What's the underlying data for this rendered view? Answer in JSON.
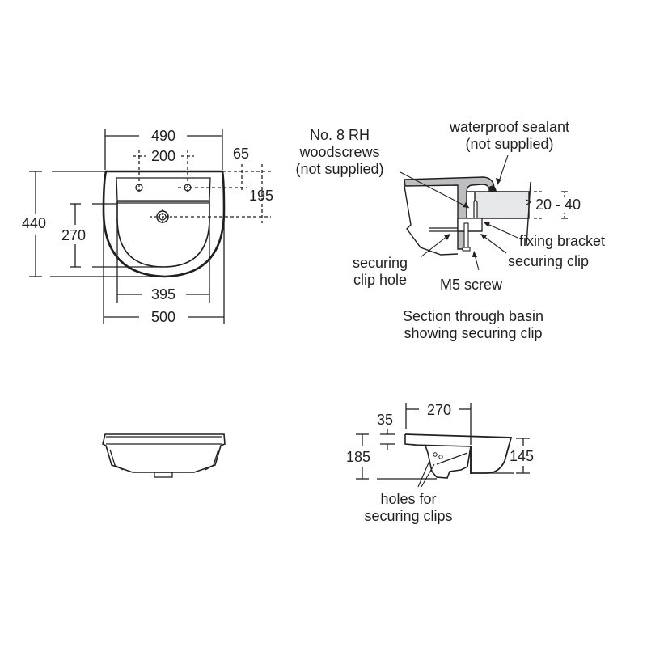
{
  "plan_view": {
    "dims": {
      "overall_top_width": "490",
      "tap_hole_centres": "200",
      "tap_hole_offset": "65",
      "waste_offset": "195",
      "overall_depth": "440",
      "bowl_depth": "270",
      "bowl_width": "395",
      "overall_width": "500"
    }
  },
  "section_detail": {
    "labels": {
      "woodscrews_line1": "No. 8 RH",
      "woodscrews_line2": "woodscrews",
      "woodscrews_line3": "(not supplied)",
      "sealant_line1": "waterproof sealant",
      "sealant_line2": "(not supplied)",
      "worktop_thickness": "20 - 40",
      "fixing_bracket": "fixing bracket",
      "securing_clip": "securing clip",
      "clip_hole_line1": "securing",
      "clip_hole_line2": "clip hole",
      "m5_screw": "M5 screw"
    },
    "caption_line1": "Section through basin",
    "caption_line2": "showing securing clip"
  },
  "front_elevation": {},
  "side_section": {
    "dims": {
      "projection": "270",
      "rim_height": "35",
      "overall_height": "185",
      "front_height": "145"
    },
    "labels": {
      "holes_line1": "holes for",
      "holes_line2": "securing clips"
    }
  },
  "colors": {
    "ink": "#231f20",
    "worktop_fill": "#e6e7e8",
    "ceramic_fill": "#ffffff"
  }
}
